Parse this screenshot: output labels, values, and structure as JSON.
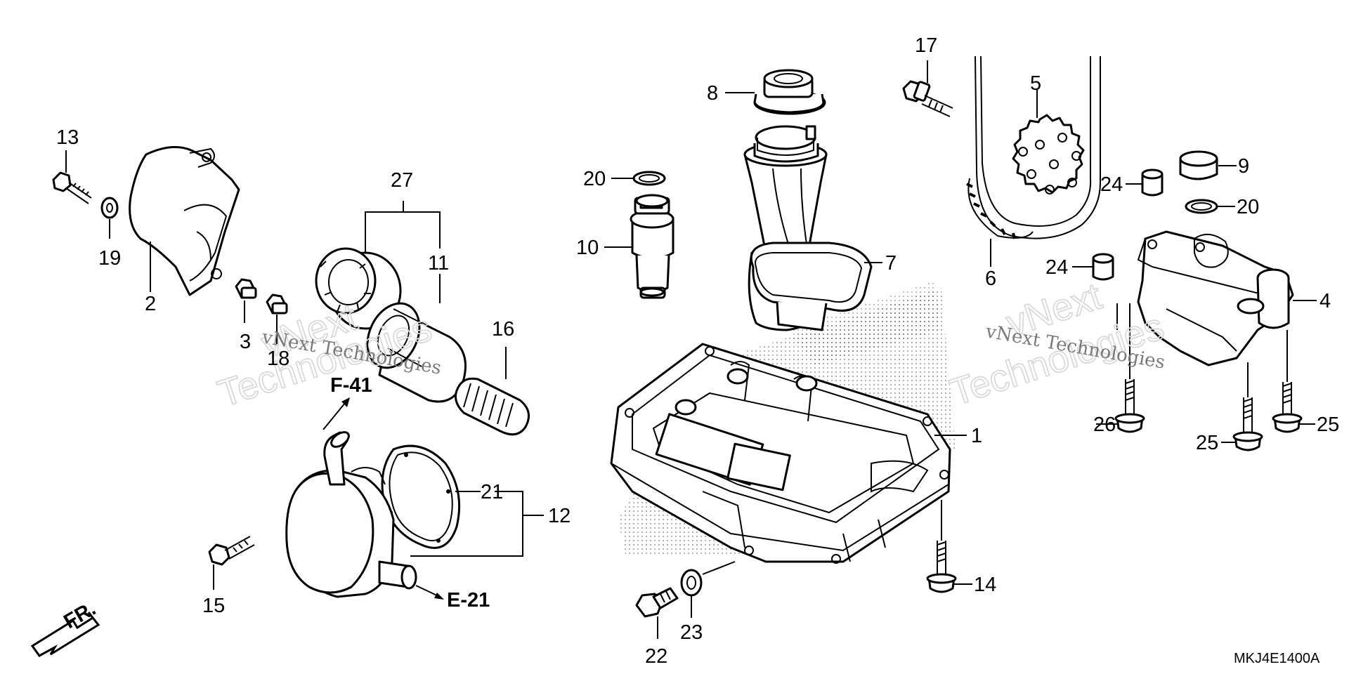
{
  "diagram": {
    "callouts": [
      {
        "id": "c13",
        "label": "13"
      },
      {
        "id": "c19",
        "label": "19"
      },
      {
        "id": "c2",
        "label": "2"
      },
      {
        "id": "c3",
        "label": "3"
      },
      {
        "id": "c18",
        "label": "18"
      },
      {
        "id": "c27",
        "label": "27"
      },
      {
        "id": "c11",
        "label": "11"
      },
      {
        "id": "c16",
        "label": "16"
      },
      {
        "id": "c21",
        "label": "21"
      },
      {
        "id": "c12",
        "label": "12"
      },
      {
        "id": "c15",
        "label": "15"
      },
      {
        "id": "c8",
        "label": "8"
      },
      {
        "id": "c20a",
        "label": "20"
      },
      {
        "id": "c10",
        "label": "10"
      },
      {
        "id": "c7",
        "label": "7"
      },
      {
        "id": "c1",
        "label": "1"
      },
      {
        "id": "c14",
        "label": "14"
      },
      {
        "id": "c22",
        "label": "22"
      },
      {
        "id": "c23",
        "label": "23"
      },
      {
        "id": "c17",
        "label": "17"
      },
      {
        "id": "c5",
        "label": "5"
      },
      {
        "id": "c6",
        "label": "6"
      },
      {
        "id": "c24a",
        "label": "24"
      },
      {
        "id": "c24b",
        "label": "24"
      },
      {
        "id": "c9",
        "label": "9"
      },
      {
        "id": "c20b",
        "label": "20"
      },
      {
        "id": "c4",
        "label": "4"
      },
      {
        "id": "c26",
        "label": "26"
      },
      {
        "id": "c25a",
        "label": "25"
      },
      {
        "id": "c25b",
        "label": "25"
      }
    ],
    "section_refs": {
      "f41": "F-41",
      "e21": "E-21"
    },
    "front_marker": "FR.",
    "diagram_code": "MKJ4E1400A"
  },
  "watermarks": {
    "big_1": "vNext",
    "big_2": "Technologies",
    "small": "vNext Technologies"
  }
}
